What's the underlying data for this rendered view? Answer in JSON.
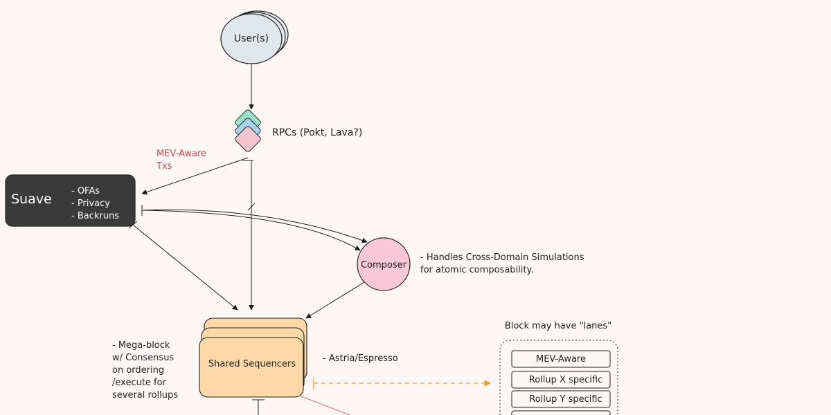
{
  "colors": {
    "background": "#fcf7f5",
    "stroke": "#1e1e1e",
    "suave_fill": "#3a3a3a",
    "composer_fill": "#f8c7d8",
    "sequencer_fill": "#fcd9a6",
    "rpc_green": "#9ae5c7",
    "rpc_blue": "#a8d3ef",
    "rpc_pink": "#f3c3cf",
    "mev_text": "#d04848",
    "dashed_arrow": "#f0a020",
    "red_line": "#e07070"
  },
  "nodes": {
    "users": {
      "label": "User(s)"
    },
    "rpcs": {
      "label": "RPCs (Pokt, Lava?)"
    },
    "suave": {
      "title": "Suave",
      "items": [
        "- OFAs",
        "- Privacy",
        "- Backruns"
      ]
    },
    "composer": {
      "label": "Composer",
      "note": [
        "- Handles Cross-Domain Simulations",
        "for atomic composability."
      ]
    },
    "sequencers": {
      "label": "Shared Sequencers",
      "side_note": "- Astria/Espresso",
      "left_note": [
        "- Mega-block",
        "w/ Consensus",
        "on ordering",
        "/execute for",
        "several rollups"
      ]
    },
    "block": {
      "title": "Block may have \"lanes\"",
      "lanes": [
        "MEV-Aware",
        "Rollup X specific",
        "Rollup Y specific"
      ]
    }
  },
  "edges": {
    "mev_label": [
      "MEV-Aware",
      "Txs"
    ]
  }
}
